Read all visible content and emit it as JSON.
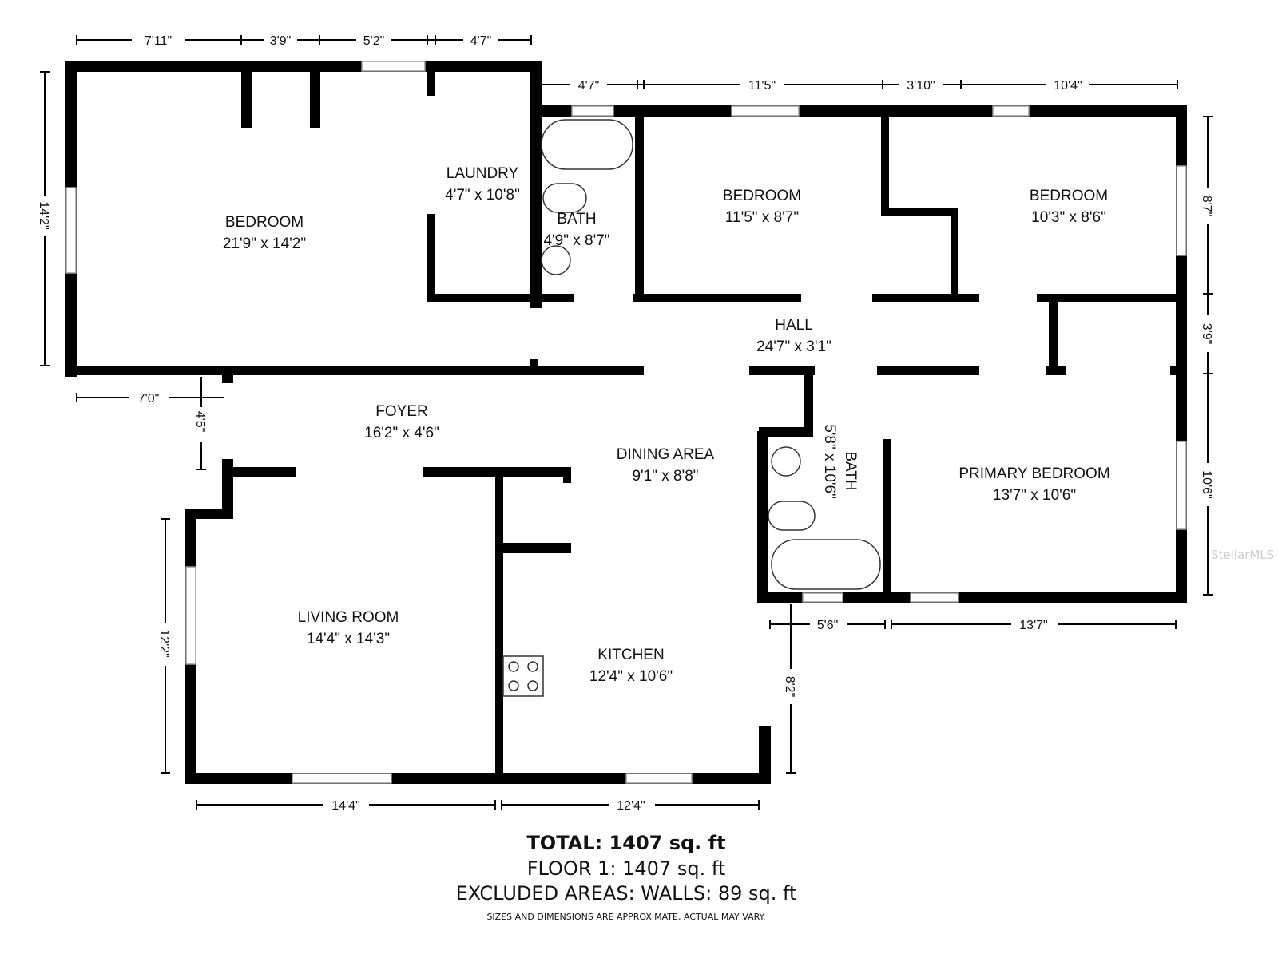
{
  "rooms": [
    {
      "name": "BEDROOM",
      "size": "21'9\" x 14'2\""
    },
    {
      "name": "LAUNDRY",
      "size": "4'7\" x 10'8\""
    },
    {
      "name": "BATH",
      "size": "4'9\" x 8'7\""
    },
    {
      "name": "BEDROOM",
      "size": "11'5\" x 8'7\""
    },
    {
      "name": "BEDROOM",
      "size": "10'3\" x 8'6\""
    },
    {
      "name": "HALL",
      "size": "24'7\" x 3'1\""
    },
    {
      "name": "FOYER",
      "size": "16'2\" x 4'6\""
    },
    {
      "name": "DINING AREA",
      "size": "9'1\" x 8'8\""
    },
    {
      "name": "BATH",
      "size": "5'8\" x 10'6\""
    },
    {
      "name": "PRIMARY BEDROOM",
      "size": "13'7\" x 10'6\""
    },
    {
      "name": "LIVING ROOM",
      "size": "14'4\" x 14'3\""
    },
    {
      "name": "KITCHEN",
      "size": "12'4\" x 10'6\""
    }
  ],
  "dimensions": {
    "top_left": [
      "7'11\"",
      "3'9\"",
      "5'2\"",
      "4'7\""
    ],
    "top_right": [
      "4'7\"",
      "11'5\"",
      "3'10\"",
      "10'4\""
    ],
    "left_bedroom": "14'2\"",
    "right": [
      "8'7\"",
      "3'9\"",
      "10'6\""
    ],
    "foyer_left_h": "7'0\"",
    "foyer_left_v": "4'5\"",
    "living_left": "12'2\"",
    "bottom": [
      "14'4\"",
      "12'4\""
    ],
    "bath_bottom": [
      "5'6\"",
      "13'7\""
    ],
    "kitchen_right": "8'2\""
  },
  "summary": {
    "total": "TOTAL: 1407 sq. ft",
    "floor": "FLOOR 1: 1407 sq. ft",
    "excluded": "EXCLUDED AREAS: WALLS: 89 sq. ft",
    "disclaimer": "SIZES AND DIMENSIONS ARE APPROXIMATE, ACTUAL MAY VARY."
  },
  "watermark": "StellarMLS"
}
